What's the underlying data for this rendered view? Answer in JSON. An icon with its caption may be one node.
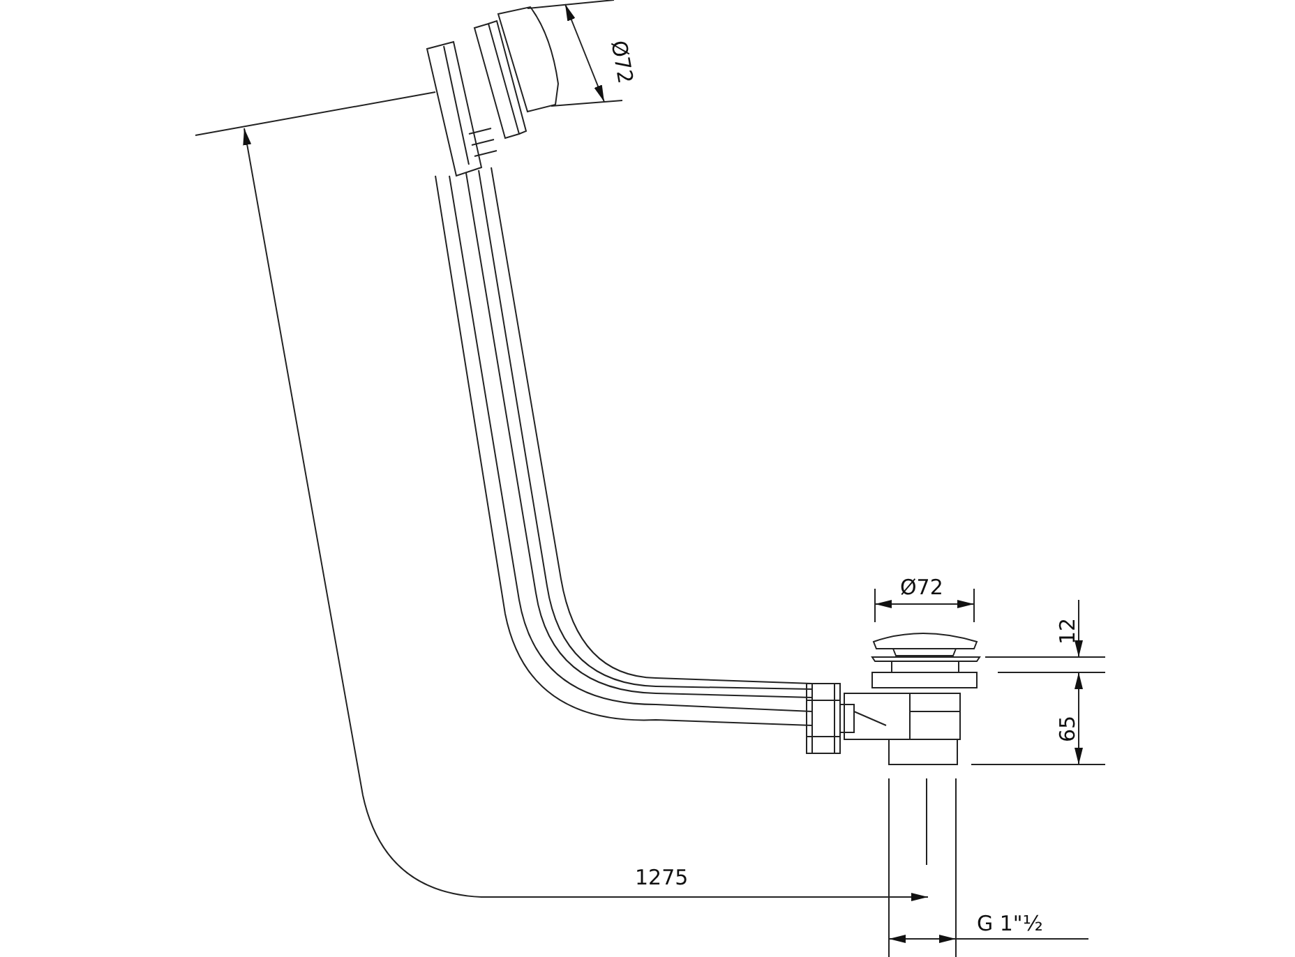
{
  "diagram": {
    "labels": [
      "Ø72",
      "Ø72",
      "12",
      "65",
      "1275",
      "G 1\"½"
    ]
  }
}
